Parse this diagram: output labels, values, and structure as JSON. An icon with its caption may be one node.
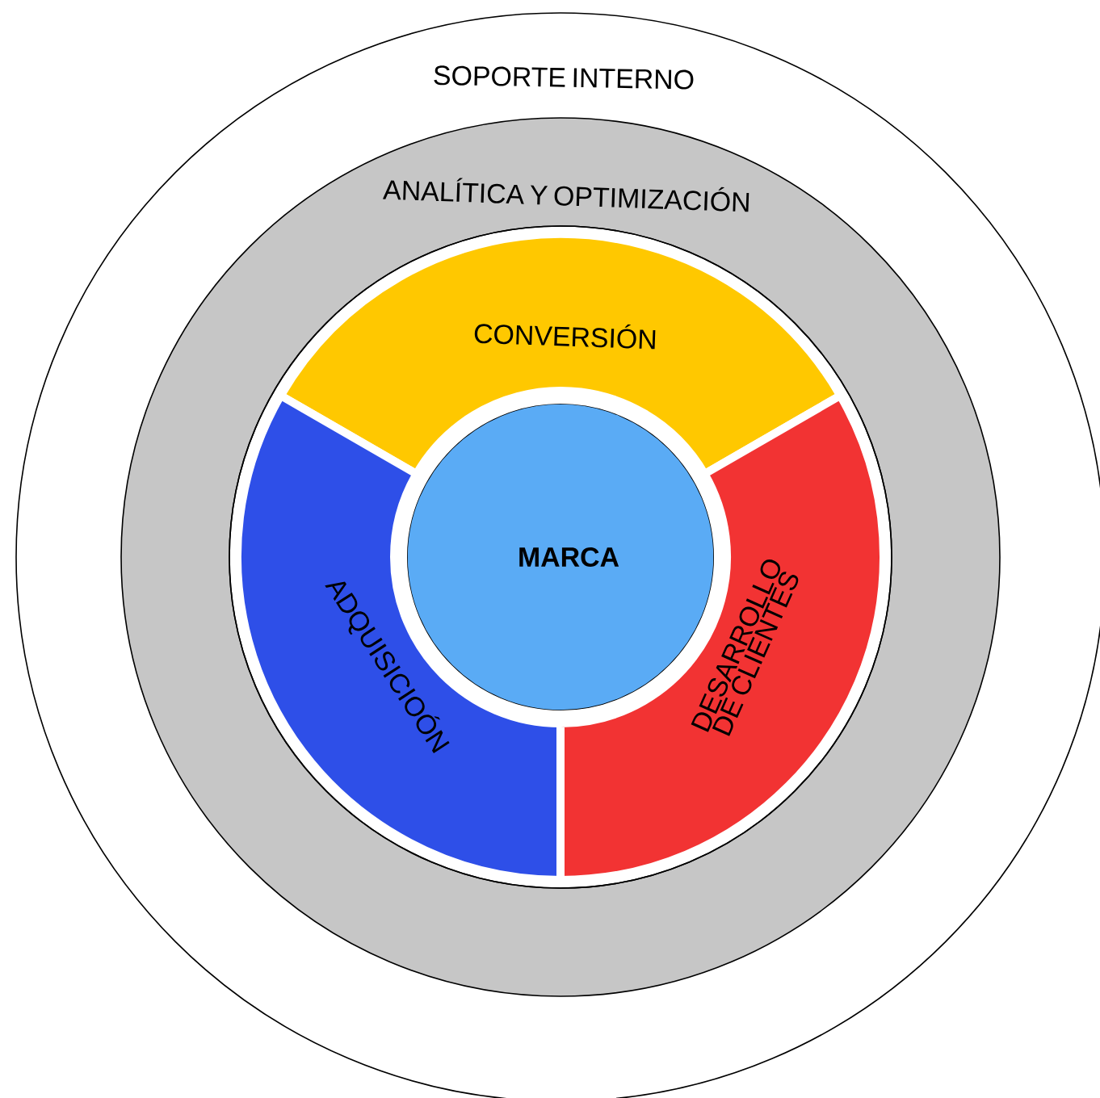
{
  "diagram": {
    "nodes": [
      {
        "text": [
          "SOPORTE INTERNO"
        ]
      },
      {
        "text": [
          "ANALÍTICA Y OPTIMIZACIÓN"
        ],
        "in": 0
      },
      {
        "text": [
          "CONVERSIÓN"
        ],
        "in": 1
      },
      {
        "text": [
          "ADQUISICIOÓN"
        ],
        "in": 1
      },
      {
        "text": [
          "DESARROLLO DE CLIENTES"
        ],
        "in": 1
      },
      {
        "text": [
          "MARCA"
        ],
        "in": 1
      }
    ]
  }
}
